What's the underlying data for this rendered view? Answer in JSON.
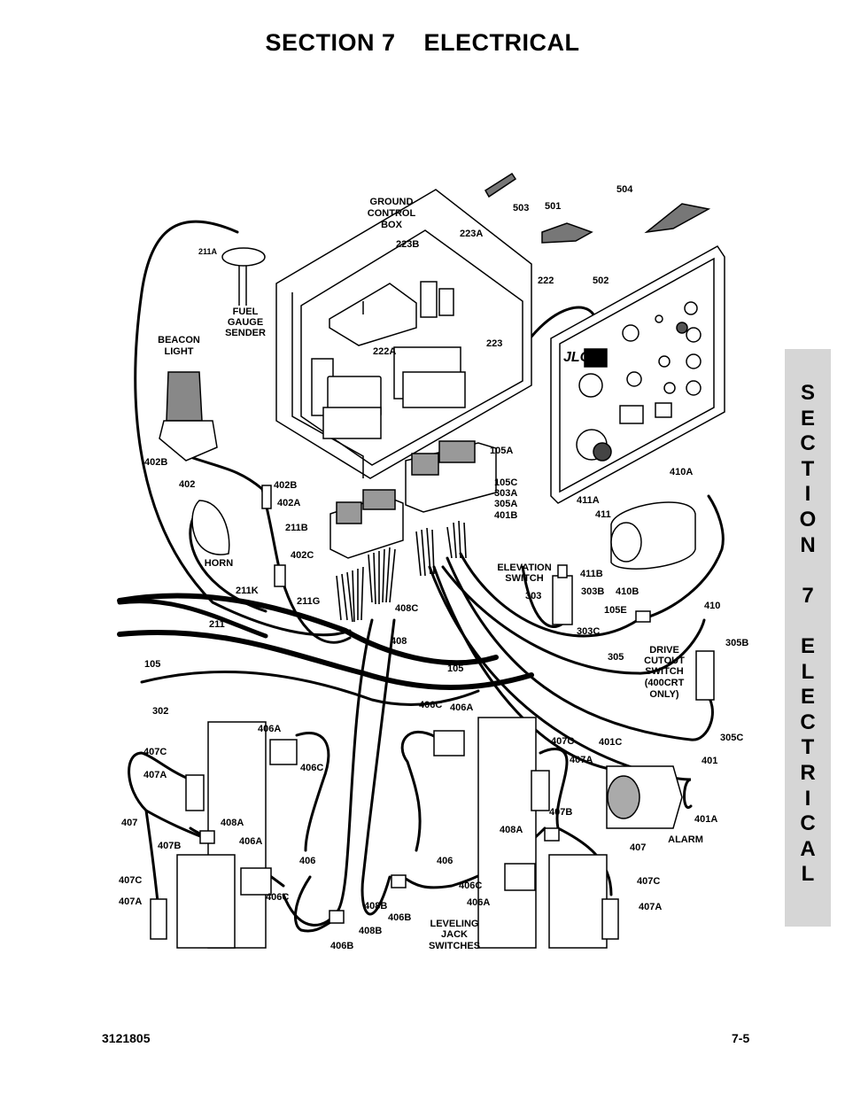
{
  "page": {
    "section_number": "SECTION 7",
    "section_name": "ELECTRICAL",
    "doc_number": "3121805",
    "page_number": "7-5",
    "side_tab_letters": [
      "S",
      "E",
      "C",
      "T",
      "I",
      "O",
      "N",
      "",
      "7",
      "",
      "E",
      "L",
      "E",
      "C",
      "T",
      "R",
      "I",
      "C",
      "A",
      "L"
    ]
  },
  "callouts": {
    "c503": "503",
    "c504": "504",
    "c501": "501",
    "c502": "502",
    "c222": "222",
    "c211A": "211A",
    "c223B": "223B",
    "c223A": "223A",
    "c223": "223",
    "c222A": "222A",
    "c402B_a": "402B",
    "c402": "402",
    "c402B_b": "402B",
    "c402A": "402A",
    "c402C": "402C",
    "c211B": "211B",
    "c211K": "211K",
    "c211G": "211G",
    "c211": "211",
    "c105_a": "105",
    "c302": "302",
    "c408C": "408C",
    "c408": "408",
    "c105_b": "105",
    "c105A": "105A",
    "c105C": "105C",
    "c303A": "303A",
    "c305A": "305A",
    "c401B": "401B",
    "c410A": "410A",
    "c411A": "411A",
    "c411": "411",
    "c411B": "411B",
    "c303B": "303B",
    "c303": "303",
    "c303C": "303C",
    "c410B": "410B",
    "c105E": "105E",
    "c410": "410",
    "c305": "305",
    "c305B": "305B",
    "c305C": "305C",
    "c406A_1": "406A",
    "c406C_1": "406C",
    "c407C_1": "407C",
    "c407A_1": "407A",
    "c407_1": "407",
    "c407B_1": "407B",
    "c408A_1": "408A",
    "c406A_2": "406A",
    "c406_1": "406",
    "c406C_2": "406C",
    "c407C_2": "407C",
    "c407A_2": "407A",
    "c408B_1": "408B",
    "c406B_1": "406B",
    "c408B_2": "408B",
    "c406B_2": "406B",
    "c406C_3": "406C",
    "c406A_3": "406A",
    "c407C_3": "407C",
    "c407A_3": "407A",
    "c401C": "401C",
    "c401": "401",
    "c407B_2": "407B",
    "c408A_2": "408A",
    "c407_2": "407",
    "c401A": "401A",
    "c406_2": "406",
    "c406C_4": "406C",
    "c406A_4": "406A",
    "c407C_4": "407C",
    "c407A_4": "407A"
  },
  "labels": {
    "ground_control_box": [
      "GROUND",
      "CONTROL",
      "BOX"
    ],
    "fuel_gauge_sender": [
      "FUEL",
      "GAUGE",
      "SENDER"
    ],
    "beacon_light": [
      "BEACON",
      "LIGHT"
    ],
    "horn": "HORN",
    "elevation_switch": [
      "ELEVATION",
      "SWITCH"
    ],
    "drive_cutout_switch": [
      "DRIVE",
      "CUTOUT",
      "SWITCH",
      "(400CRT",
      "ONLY)"
    ],
    "alarm": "ALARM",
    "leveling_jack_switches": [
      "LEVELING",
      "JACK",
      "SWITCHES"
    ],
    "panel_brand": "JLG"
  }
}
